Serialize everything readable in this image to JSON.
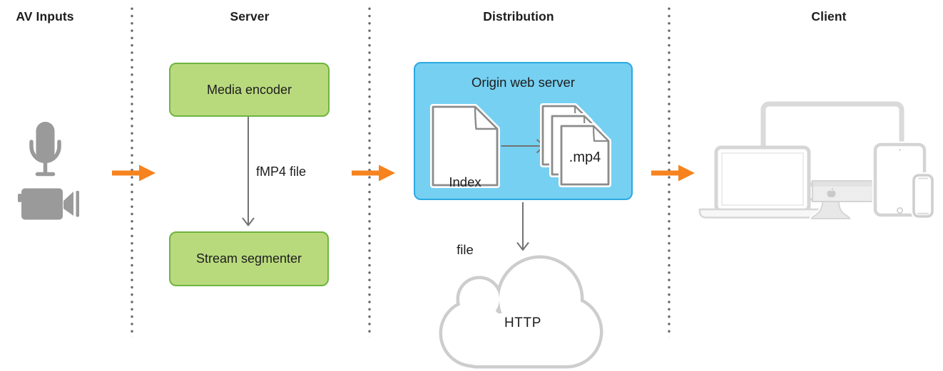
{
  "diagram": {
    "title_implicit": "HTTP Live Streaming architecture",
    "columns": [
      {
        "id": "av-inputs",
        "label": "AV Inputs"
      },
      {
        "id": "server",
        "label": "Server"
      },
      {
        "id": "distribution",
        "label": "Distribution"
      },
      {
        "id": "client",
        "label": "Client"
      }
    ],
    "av_inputs": {
      "icons": [
        "microphone-icon",
        "video-camera-icon"
      ]
    },
    "server": {
      "media_encoder_label": "Media encoder",
      "stream_segmenter_label": "Stream segmenter",
      "flow_label": "fMP4 file"
    },
    "distribution": {
      "origin_label": "Origin web server",
      "index_doc_lines": [
        "Index",
        "file"
      ],
      "media_doc_label": ".mp4",
      "cloud_label": "HTTP"
    },
    "client": {
      "icons": [
        "tv-icon",
        "laptop-icon",
        "imac-icon",
        "ipad-icon",
        "iphone-icon"
      ]
    },
    "colors": {
      "green_fill": "#b9da7c",
      "green_border": "#6fb440",
      "blue_fill": "#76d0f1",
      "blue_border": "#2ba9e0",
      "arrow_orange": "#f6831e",
      "input_icon_gray": "#9a9a9a",
      "connector_gray": "#737373",
      "doc_border_gray": "#8b8b8b",
      "cloud_gray": "#cdcdcd",
      "device_outline_gray": "#d6d6d6",
      "separator_dot_gray": "#696969",
      "text_color": "#1d1d1f"
    }
  }
}
